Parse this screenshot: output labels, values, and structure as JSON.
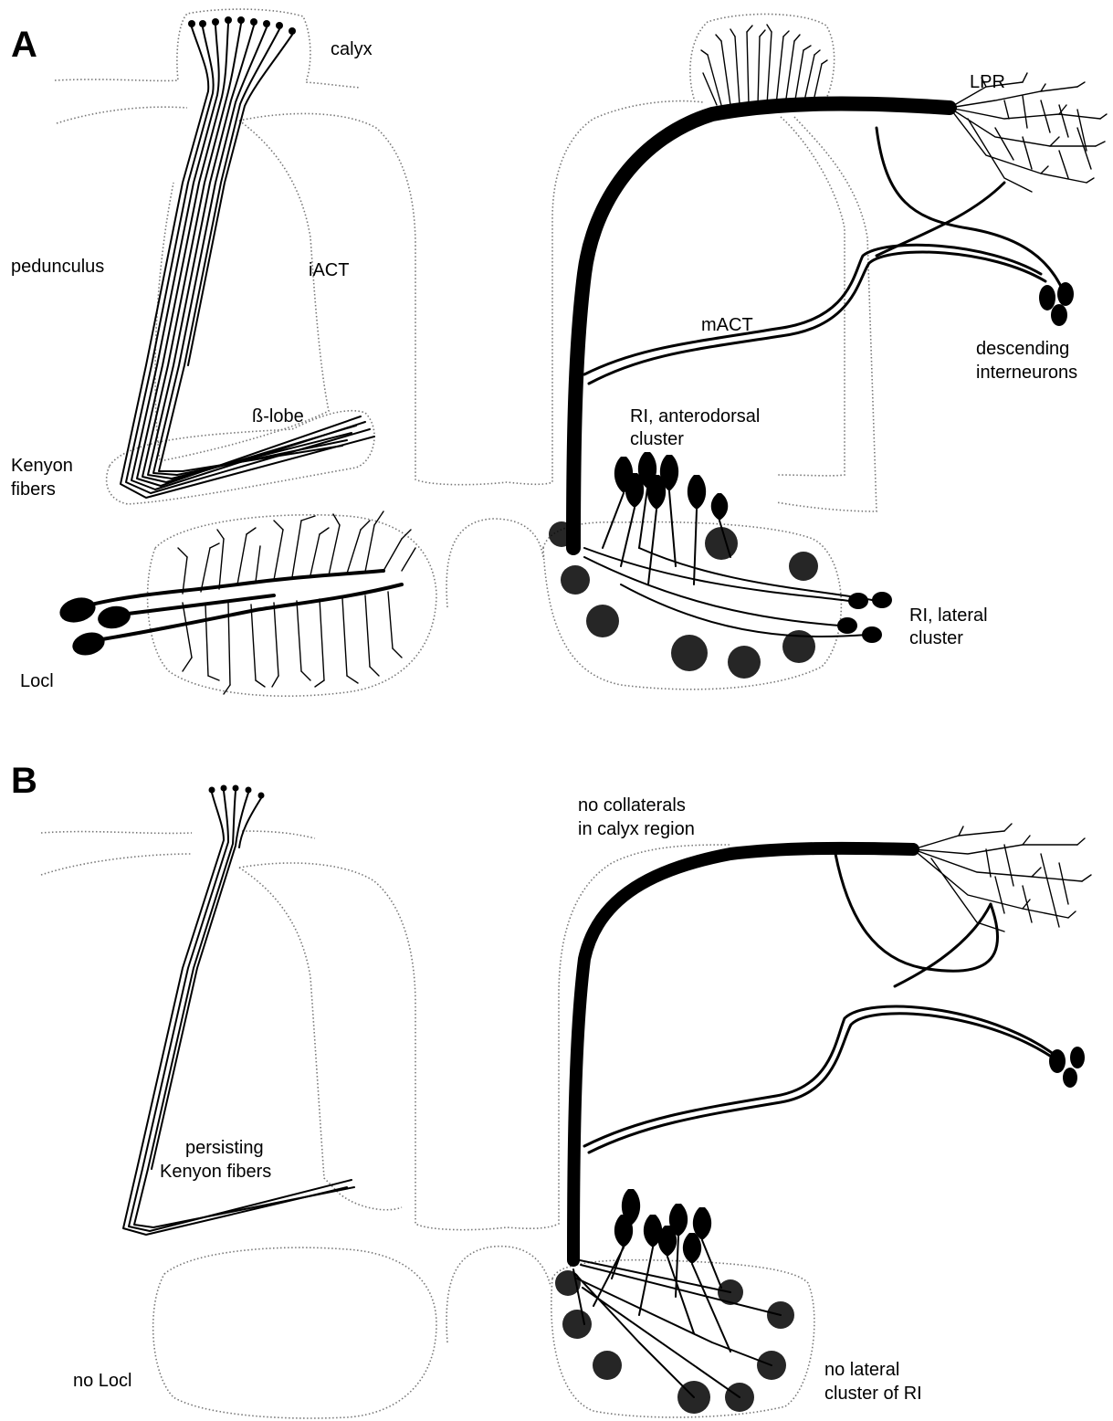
{
  "panel_a": {
    "letter": "A",
    "labels": {
      "calyx": "calyx",
      "lpr": "LPR",
      "pedunculus": "pedunculus",
      "iact": "iACT",
      "mact": "mACT",
      "descending_line1": "descending",
      "descending_line2": "interneurons",
      "beta_lobe": "ß-lobe",
      "ri_anterodorsal_line1": "RI, anterodorsal",
      "ri_anterodorsal_line2": "cluster",
      "kenyon_line1": "Kenyon",
      "kenyon_line2": "fibers",
      "ri_lateral_line1": "RI, lateral",
      "ri_lateral_line2": "cluster",
      "locl": "Locl"
    }
  },
  "panel_b": {
    "letter": "B",
    "labels": {
      "no_collaterals_line1": "no collaterals",
      "no_collaterals_line2": "in calyx region",
      "persisting_line1": "persisting",
      "persisting_line2": "Kenyon fibers",
      "no_locl": "no Locl",
      "no_lateral_line1": "no lateral",
      "no_lateral_line2": "cluster of RI"
    }
  }
}
